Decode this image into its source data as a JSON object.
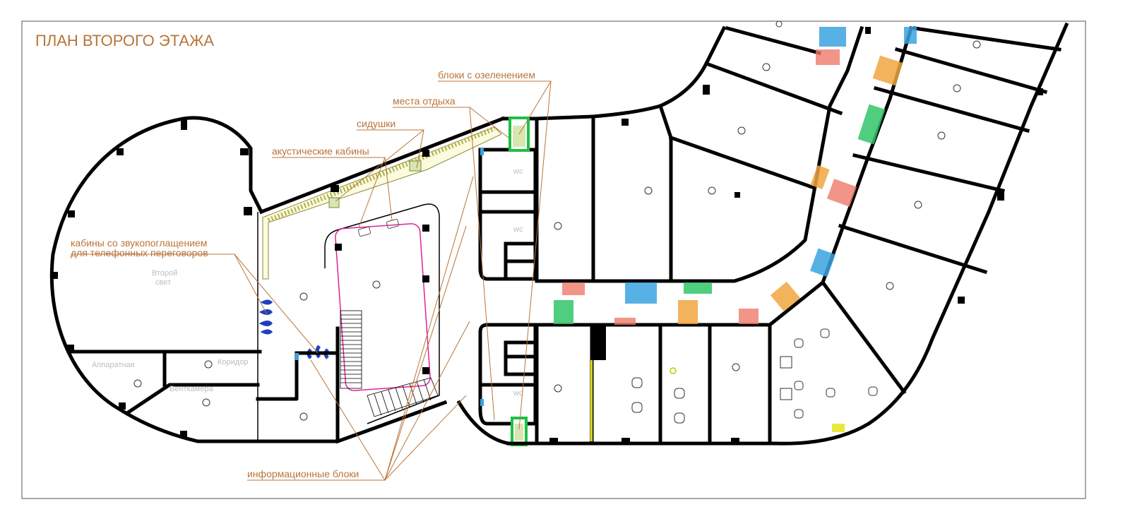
{
  "title": "ПЛАН ВТОРОГО ЭТАЖА",
  "callouts": {
    "greening": "блоки с озеленением",
    "rest": "места отдыха",
    "seats": "сидушки",
    "acoustic": "акустические кабины",
    "phone_line1": "кабины со звукопоглащением",
    "phone_line2": "для телефонных переговоров",
    "info": "информационные блоки"
  },
  "rooms": {
    "second_light_1": "Второй",
    "second_light_2": "свет",
    "apparatus": "Аппаратная",
    "corridor": "Коридор",
    "ventchamber": "Венткамера",
    "wc_1": "wc",
    "wc_2": "wc",
    "wc_3": "wc"
  },
  "colors": {
    "label": "#b9743a",
    "stair_outline": "#e0219a",
    "info_blue": "#3aa3e0",
    "info_green": "#33c46a",
    "info_orange": "#f0a640",
    "info_red": "#ee7a6a",
    "planter_green": "#1fbf45",
    "phone_booth_blue": "#1f3fbf",
    "wall": "#000000"
  }
}
